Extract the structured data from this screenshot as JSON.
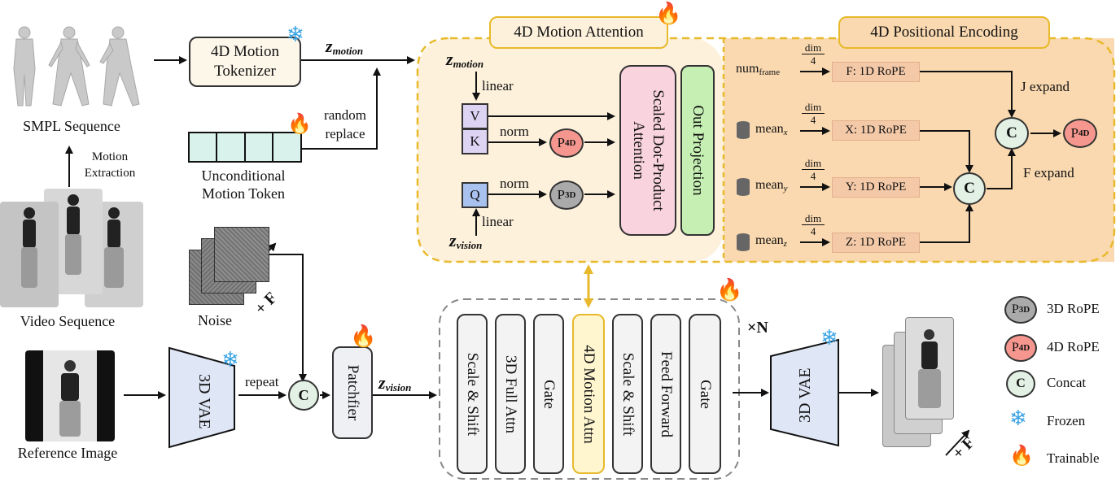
{
  "inputs": {
    "smpl_label": "SMPL Sequence",
    "motion_extraction": [
      "Motion",
      "Extraction"
    ],
    "video_label": "Video Sequence",
    "reference_label": "Reference Image",
    "noise_label": "Noise",
    "plus_f": "+ F"
  },
  "tokenizer": {
    "label": [
      "4D Motion",
      "Tokenizer"
    ],
    "z_motion": "z",
    "z_motion_sub": "motion",
    "random_replace": [
      "random",
      "replace"
    ],
    "unconditional": [
      "Unconditional",
      "Motion Token"
    ]
  },
  "attention": {
    "title": "4D Motion Attention",
    "z_motion": "z",
    "z_motion_sub": "motion",
    "z_vision": "z",
    "z_vision_sub": "vision",
    "linear_top": "linear",
    "linear_bottom": "linear",
    "v": "V",
    "k": "K",
    "q": "Q",
    "norm_k": "norm",
    "norm_q": "norm",
    "p4d": "P",
    "p4d_sub": "4D",
    "p3d": "P",
    "p3d_sub": "3D",
    "sdpa": [
      "Scaled Dot-Product",
      "Attention"
    ],
    "out_proj": "Out Projection"
  },
  "positional": {
    "title": "4D Positional Encoding",
    "frac_num": "dim",
    "frac_den": "4",
    "num_frame": "num",
    "num_frame_sub": "frame",
    "mean_x": "mean",
    "mean_x_sub": "x",
    "mean_y": "mean",
    "mean_y_sub": "y",
    "mean_z": "mean",
    "mean_z_sub": "z",
    "f_rope": "F: 1D RoPE",
    "x_rope": "X: 1D RoPE",
    "y_rope": "Y: 1D RoPE",
    "z_rope": "Z: 1D RoPE",
    "j_expand": "J expand",
    "f_expand": "F expand",
    "concat": "C",
    "p4d": "P",
    "p4d_sub": "4D"
  },
  "pipeline": {
    "vae_in": "3D VAE",
    "repeat": "repeat",
    "concat": "C",
    "patchifier": "Patchfier",
    "z_vision": "z",
    "z_vision_sub": "vision",
    "blocks": [
      "Scale & Shift",
      "3D Full Attn",
      "Gate",
      "4D Motion Attn",
      "Scale & Shift",
      "Feed Forward",
      "Gate"
    ],
    "times_n": "×N",
    "vae_out": "3D VAE",
    "plus_f": "+ F"
  },
  "legend": {
    "p3d": "3D RoPE",
    "p4d": "4D RoPE",
    "concat": "Concat",
    "frozen": "Frozen",
    "trainable": "Trainable",
    "p_glyph": "P",
    "p3d_sub": "3D",
    "p4d_sub": "4D",
    "c_glyph": "C"
  },
  "colors": {
    "attention_bg": "#fdf1dc",
    "positional_bg": "#fad9b0",
    "dashed_border": "#e8b92a",
    "sdpa": "#f9d3dd",
    "out_proj": "#c6f0b3",
    "v_k": "#ddd3f3",
    "q": "#a9c1ef",
    "p4d": "#f5978e",
    "p3d": "#aaaaaa",
    "concat": "#e2f1e4",
    "rope": "#f4c9a8",
    "vae": "#dfe6f5",
    "token": "#d9f3ec",
    "motion_attn_block": "#fff6d0"
  }
}
